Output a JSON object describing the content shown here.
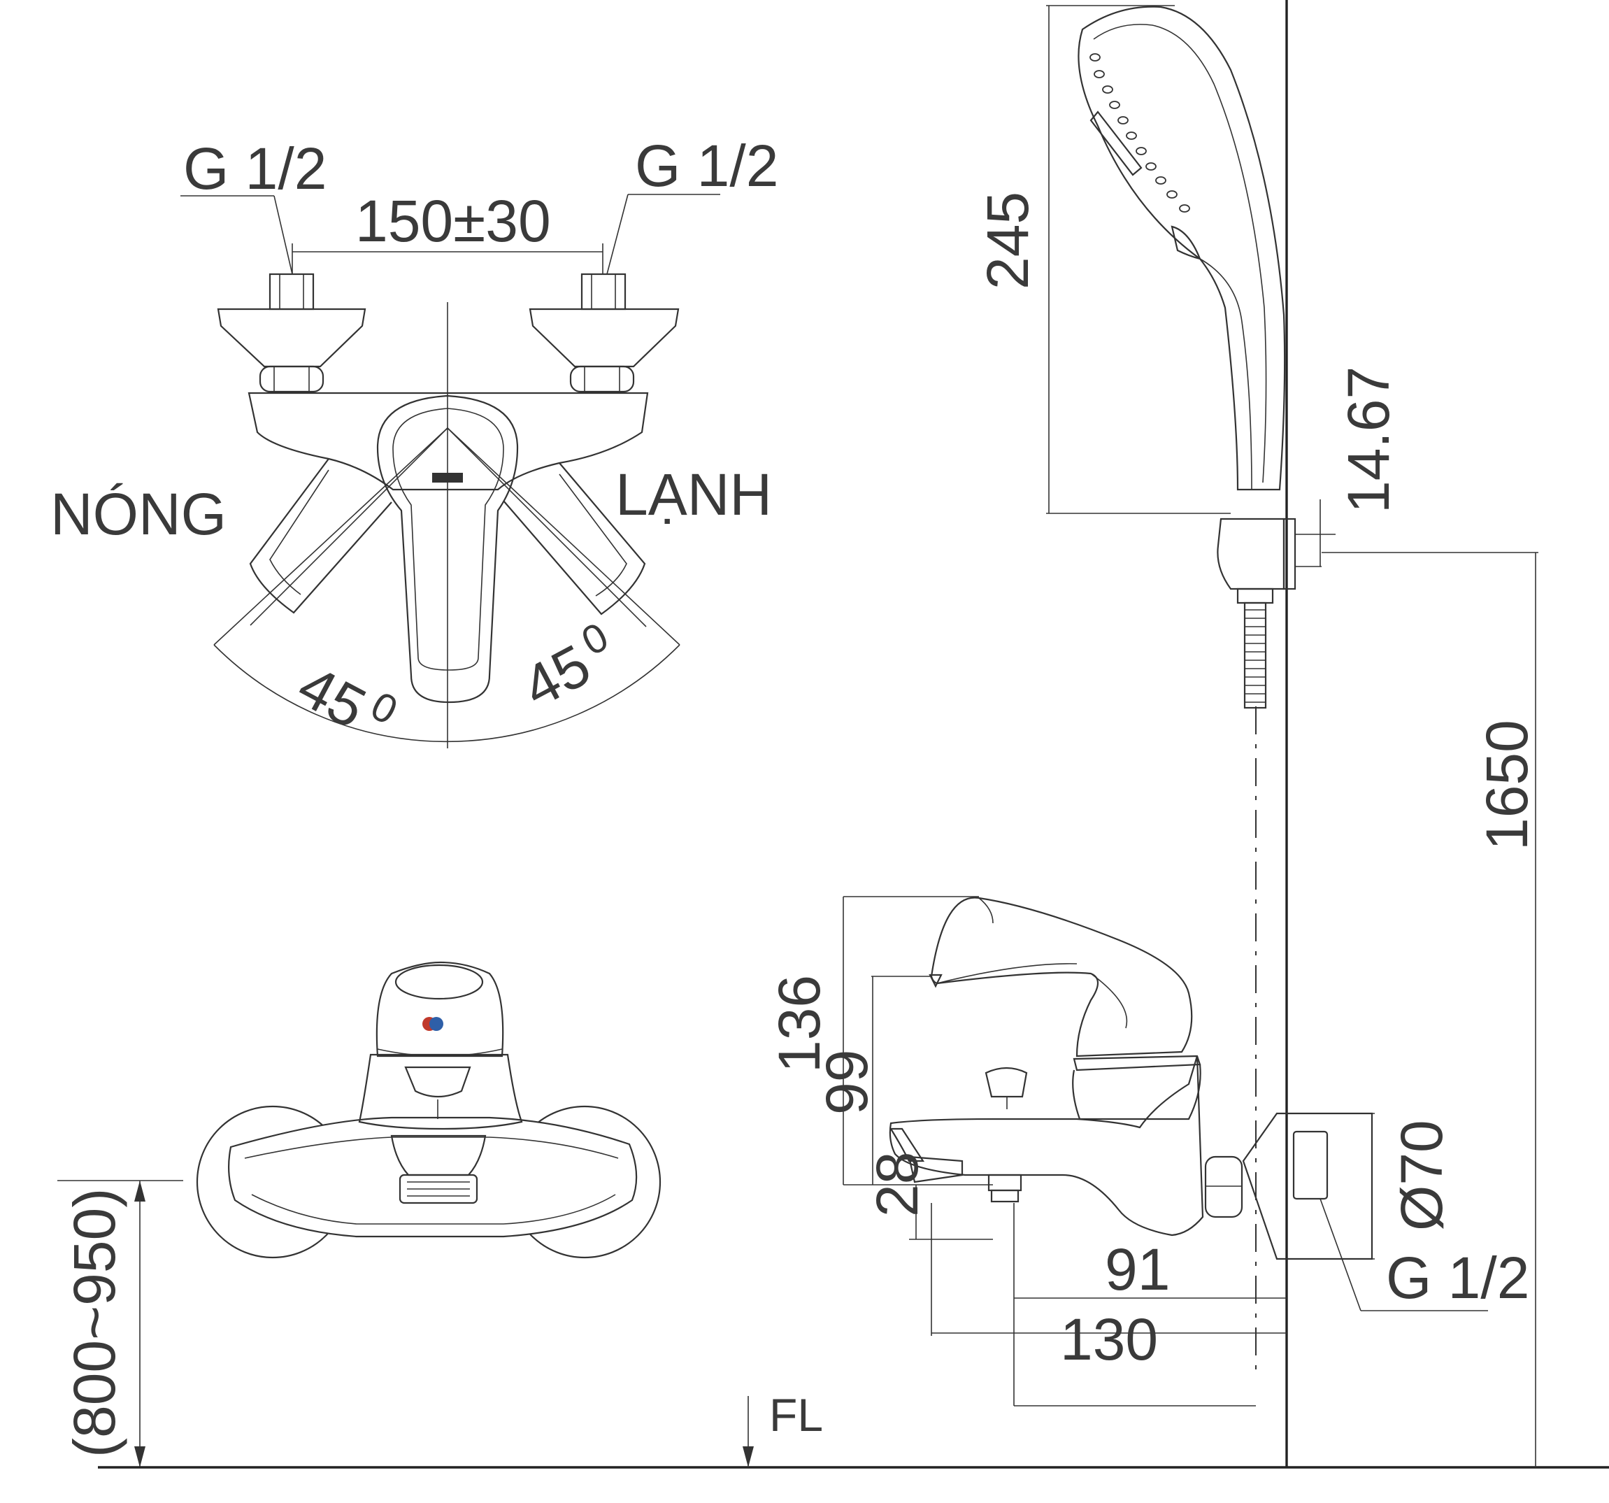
{
  "labels": {
    "inlet_left": "G 1/2",
    "inlet_right": "G 1/2",
    "inlet_spacing": "150±30",
    "hot": "NÓNG",
    "cold": "LẠNH",
    "angle_left": "45",
    "angle_right": "45",
    "degree_mark": "0",
    "handshower_length": "245",
    "holder_offset": "14.67",
    "holder_height": "1650",
    "body_height": "136",
    "handle_height": "99",
    "spout_height": "28",
    "flange_diameter": "Ø70",
    "wall_inlet": "G 1/2",
    "spout_reach": "91",
    "total_depth": "130",
    "mount_height": "(800~950)",
    "floor_level": "FL"
  }
}
